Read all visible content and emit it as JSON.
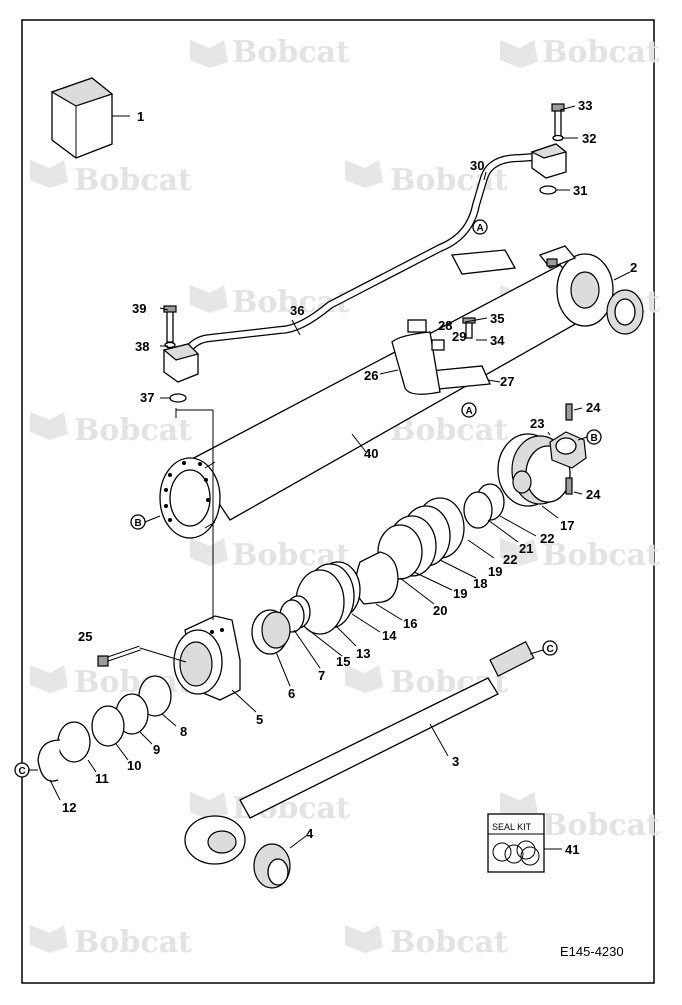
{
  "watermark": {
    "text": "Bobcat"
  },
  "drawing_code": "E145-4230",
  "seal_kit": {
    "label": "SEAL KIT",
    "callout": "41"
  },
  "refs": {
    "A": "A",
    "B": "B",
    "C": "C"
  },
  "callouts": {
    "c1": "1",
    "c2": "2",
    "c3": "3",
    "c4": "4",
    "c5": "5",
    "c6": "6",
    "c7": "7",
    "c8": "8",
    "c9": "9",
    "c10": "10",
    "c11": "11",
    "c12": "12",
    "c13": "13",
    "c14": "14",
    "c15": "15",
    "c16": "16",
    "c17": "17",
    "c18": "18",
    "c19a": "19",
    "c19b": "19",
    "c20": "20",
    "c21": "21",
    "c22a": "22",
    "c22b": "22",
    "c23": "23",
    "c24a": "24",
    "c24b": "24",
    "c25": "25",
    "c26": "26",
    "c27": "27",
    "c28": "28",
    "c29": "29",
    "c30": "30",
    "c31": "31",
    "c32": "32",
    "c33": "33",
    "c34": "34",
    "c35": "35",
    "c36": "36",
    "c37": "37",
    "c38": "38",
    "c39": "39",
    "c40": "40"
  }
}
